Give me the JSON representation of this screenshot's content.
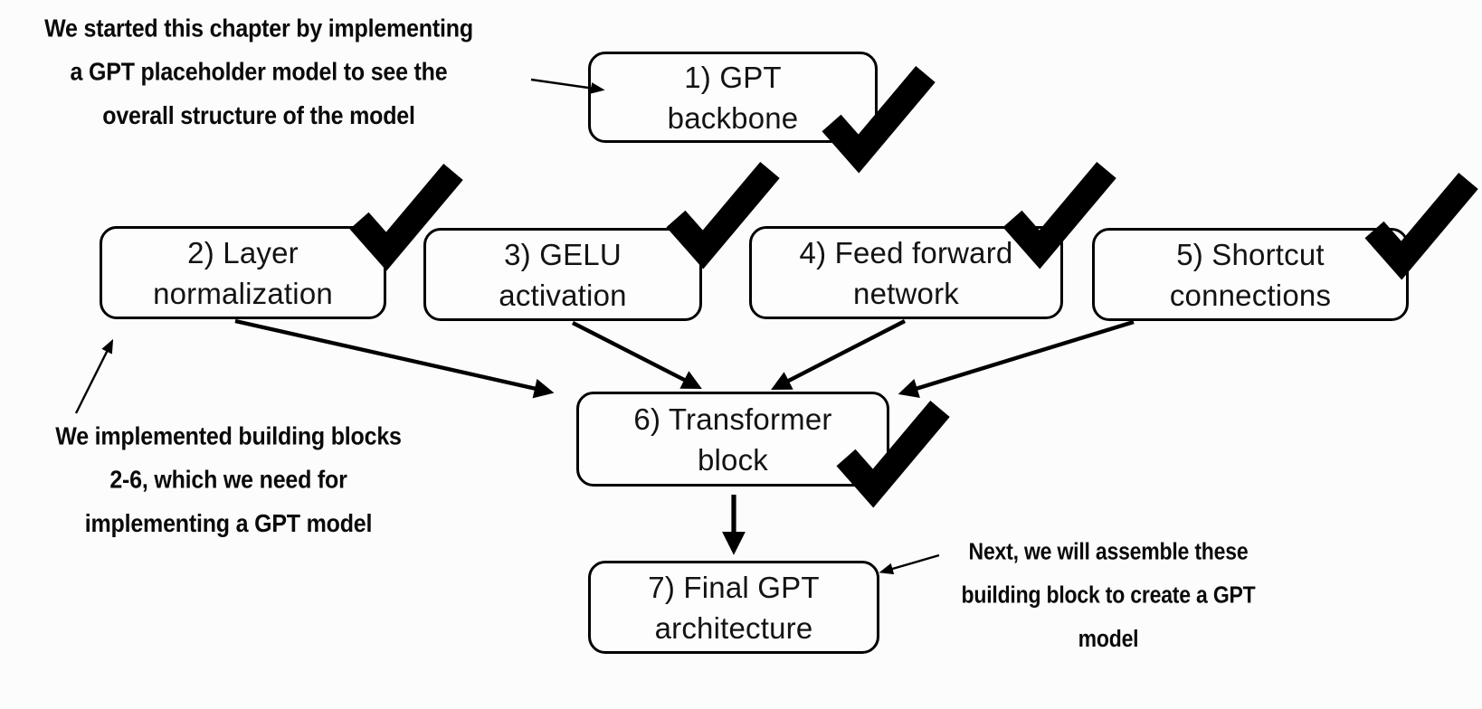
{
  "diagram_title_hint": "GPT model building blocks progress diagram",
  "palette": {
    "background": "#fcfcfc",
    "ink": "#000000",
    "box_fill": "#fdfdfd"
  },
  "nodes": [
    {
      "id": "gpt-backbone",
      "lines": [
        "1) GPT",
        "backbone"
      ],
      "checked": true
    },
    {
      "id": "layer-normalization",
      "lines": [
        "2) Layer",
        "normalization"
      ],
      "checked": true
    },
    {
      "id": "gelu-activation",
      "lines": [
        "3) GELU",
        "activation"
      ],
      "checked": true
    },
    {
      "id": "feed-forward-network",
      "lines": [
        "4) Feed forward",
        "network"
      ],
      "checked": true
    },
    {
      "id": "shortcut-connections",
      "lines": [
        "5) Shortcut",
        "connections"
      ],
      "checked": true
    },
    {
      "id": "transformer-block",
      "lines": [
        "6) Transformer",
        "block"
      ],
      "checked": true
    },
    {
      "id": "final-gpt-architecture",
      "lines": [
        "7) Final GPT",
        "architecture"
      ],
      "checked": false
    }
  ],
  "annotations": {
    "intro": {
      "lines": [
        "We started this chapter by implementing",
        "a GPT placeholder model to see the",
        "overall structure of the model"
      ],
      "points_to": "gpt-backbone"
    },
    "built_blocks": {
      "lines": [
        "We implemented building blocks",
        "2-6, which we need for",
        "implementing a GPT model"
      ],
      "points_to": "layer-normalization"
    },
    "next_steps": {
      "lines": [
        "Next, we will assemble these",
        "building block to create a GPT",
        "model"
      ],
      "points_to": "final-gpt-architecture"
    }
  },
  "edges": [
    {
      "from": "layer-normalization",
      "to": "transformer-block"
    },
    {
      "from": "gelu-activation",
      "to": "transformer-block"
    },
    {
      "from": "feed-forward-network",
      "to": "transformer-block"
    },
    {
      "from": "shortcut-connections",
      "to": "transformer-block"
    },
    {
      "from": "transformer-block",
      "to": "final-gpt-architecture"
    }
  ]
}
